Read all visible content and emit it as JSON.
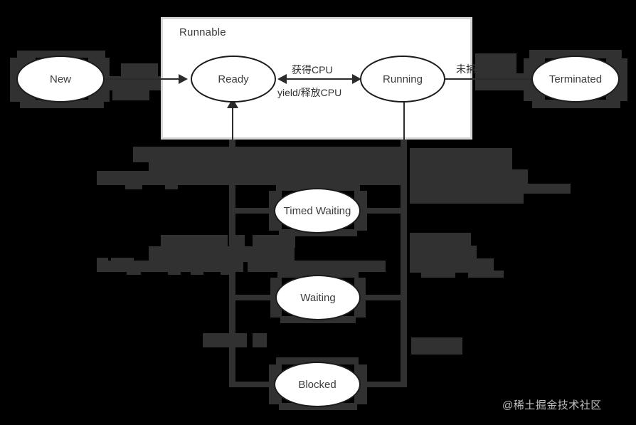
{
  "diagram": {
    "title_group": "Runnable",
    "watermark": "@稀土掘金技术社区",
    "nodes": [
      {
        "id": "new",
        "label": "New"
      },
      {
        "id": "ready",
        "label": "Ready"
      },
      {
        "id": "running",
        "label": "Running"
      },
      {
        "id": "terminated",
        "label": "Terminated"
      },
      {
        "id": "timed",
        "label": "Timed Waiting"
      },
      {
        "id": "waiting",
        "label": "Waiting"
      },
      {
        "id": "blocked",
        "label": "Blocked"
      }
    ],
    "edge_labels": [
      {
        "id": "acquire-cpu",
        "text": "获得CPU"
      },
      {
        "id": "yield-cpu",
        "text": "yield/释放CPU"
      },
      {
        "id": "uncaught",
        "text": "未捕"
      }
    ],
    "colors": {
      "background": "#000000",
      "node_fill": "#ffffff",
      "node_stroke": "#1c1c1c",
      "group_fill": "#ffffff",
      "group_stroke": "#d5d5d5",
      "line": "#2b2b2b",
      "redaction": "#313131",
      "text": "#3c3c3c",
      "watermark": "#cfcfcf"
    }
  }
}
